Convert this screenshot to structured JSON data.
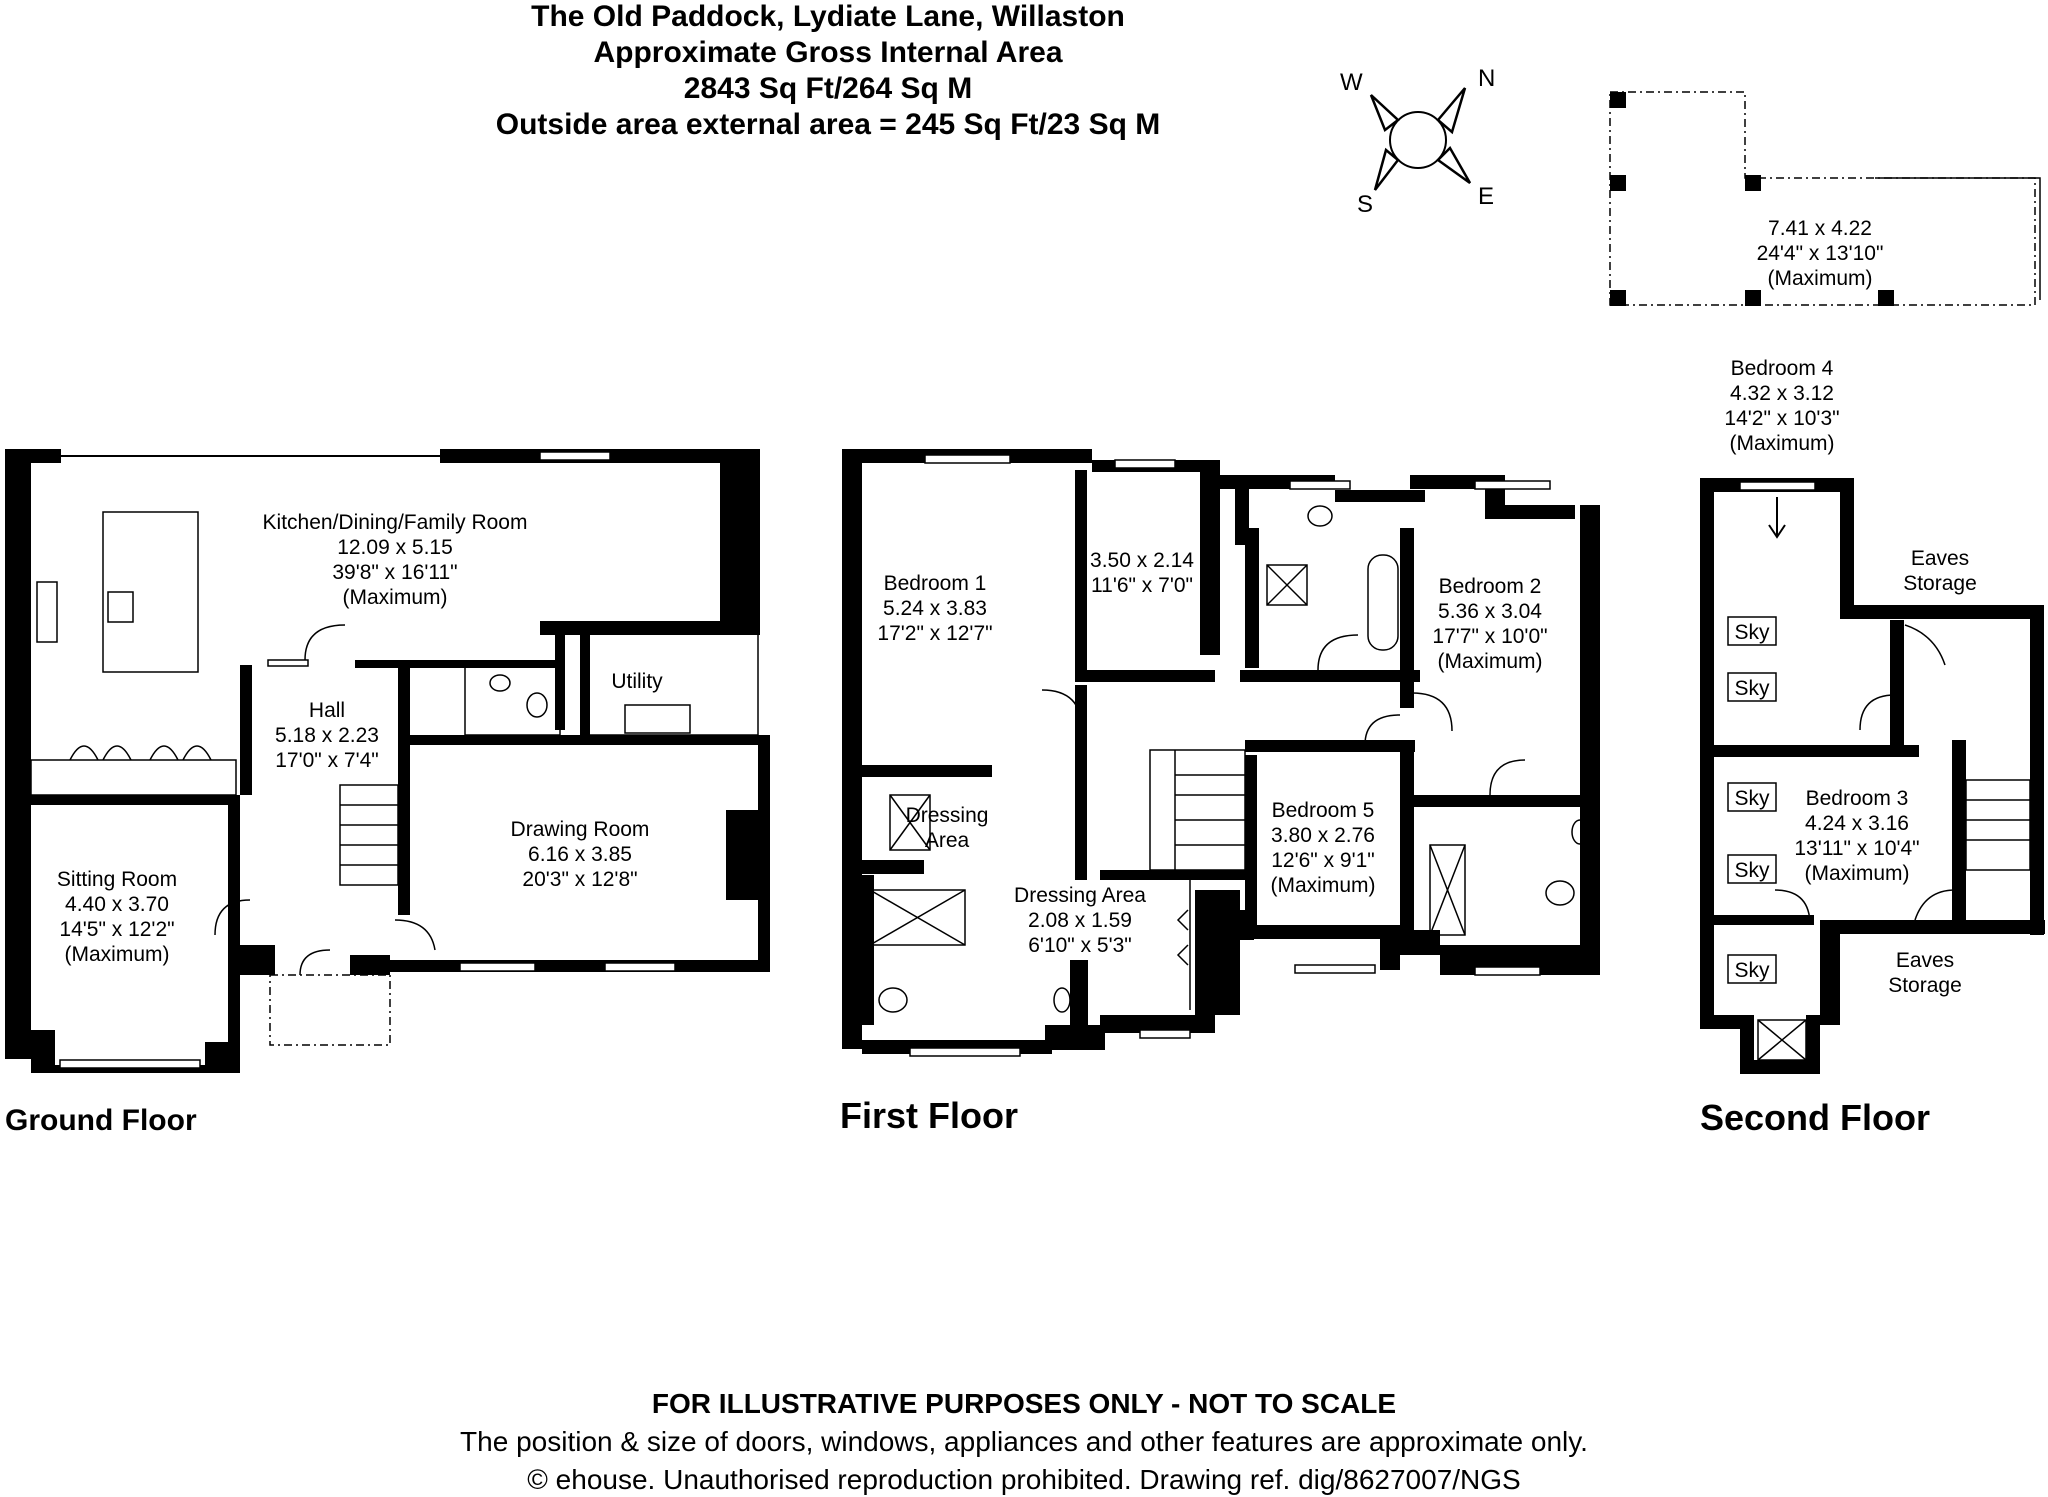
{
  "header": {
    "address": "The Old Paddock, Lydiate Lane, Willaston",
    "area_title": "Approximate Gross Internal Area",
    "area_value": "2843 Sq Ft/264 Sq M",
    "outside_area": "Outside area external area = 245 Sq Ft/23 Sq M"
  },
  "compass": {
    "n": "N",
    "e": "E",
    "s": "S",
    "w": "W"
  },
  "floors": {
    "ground": "Ground Floor",
    "first": "First Floor",
    "second": "Second Floor"
  },
  "rooms": {
    "kitchen": {
      "name": "Kitchen/Dining/Family Room",
      "metric": "12.09 x 5.15",
      "imperial": "39'8\" x 16'11\"",
      "note": "(Maximum)"
    },
    "hall": {
      "name": "Hall",
      "metric": "5.18 x 2.23",
      "imperial": "17'0\" x 7'4\""
    },
    "utility": {
      "name": "Utility"
    },
    "sitting": {
      "name": "Sitting Room",
      "metric": "4.40 x 3.70",
      "imperial": "14'5\" x 12'2\"",
      "note": "(Maximum)"
    },
    "drawing": {
      "name": "Drawing Room",
      "metric": "6.16 x 3.85",
      "imperial": "20'3\" x 12'8\""
    },
    "bedroom1": {
      "name": "Bedroom 1",
      "metric": "5.24 x 3.83",
      "imperial": "17'2\" x 12'7\""
    },
    "study": {
      "metric": "3.50 x 2.14",
      "imperial": "11'6\" x 7'0\""
    },
    "bedroom2": {
      "name": "Bedroom 2",
      "metric": "5.36 x 3.04",
      "imperial": "17'7\" x 10'0\"",
      "note": "(Maximum)"
    },
    "bedroom5": {
      "name": "Bedroom 5",
      "metric": "3.80 x 2.76",
      "imperial": "12'6\" x 9'1\"",
      "note": "(Maximum)"
    },
    "dressing1": {
      "line1": "Dressing",
      "line2": "Area"
    },
    "dressing2": {
      "name": "Dressing Area",
      "metric": "2.08 x 1.59",
      "imperial": "6'10\" x 5'3\""
    },
    "outside": {
      "metric": "7.41 x 4.22",
      "imperial": "24'4\" x 13'10\"",
      "note": "(Maximum)"
    },
    "bedroom4": {
      "name": "Bedroom 4",
      "metric": "4.32 x 3.12",
      "imperial": "14'2\" x 10'3\"",
      "note": "(Maximum)"
    },
    "bedroom3": {
      "name": "Bedroom 3",
      "metric": "4.24 x 3.16",
      "imperial": "13'11\" x 10'4\"",
      "note": "(Maximum)"
    },
    "eaves1": {
      "line1": "Eaves",
      "line2": "Storage"
    },
    "eaves2": {
      "line1": "Eaves",
      "line2": "Storage"
    },
    "sky": "Sky"
  },
  "footer": {
    "disclaimer": "FOR ILLUSTRATIVE PURPOSES ONLY - NOT TO SCALE",
    "note": "The position & size of doors, windows, appliances and other features are approximate only.",
    "copyright": "© ehouse. Unauthorised reproduction prohibited. Drawing ref. dig/8627007/NGS"
  }
}
